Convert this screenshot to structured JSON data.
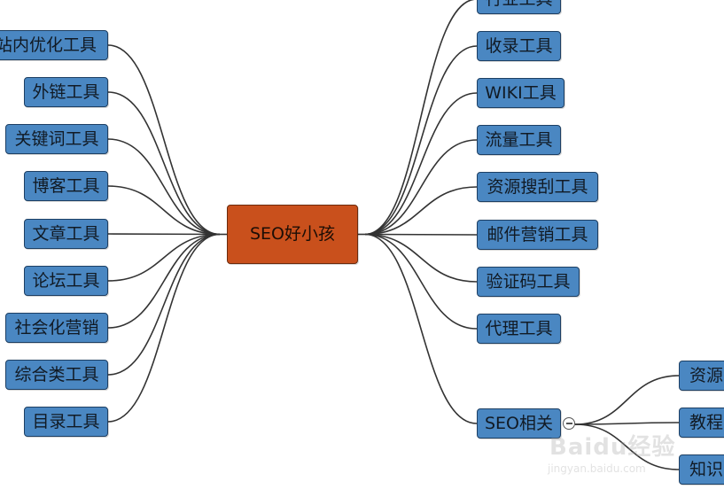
{
  "center": {
    "label": "SEO好小孩"
  },
  "left_nodes": [
    {
      "label": "站内优化工具"
    },
    {
      "label": "外链工具"
    },
    {
      "label": "关键词工具"
    },
    {
      "label": "博客工具"
    },
    {
      "label": "文章工具"
    },
    {
      "label": "论坛工具"
    },
    {
      "label": "社会化营销"
    },
    {
      "label": "综合类工具"
    },
    {
      "label": "目录工具"
    }
  ],
  "right_nodes": [
    {
      "label": "行业工具"
    },
    {
      "label": "收录工具"
    },
    {
      "label": "WIKI工具"
    },
    {
      "label": "流量工具"
    },
    {
      "label": "资源搜刮工具"
    },
    {
      "label": "邮件营销工具"
    },
    {
      "label": "验证码工具"
    },
    {
      "label": "代理工具"
    },
    {
      "label": "SEO相关"
    }
  ],
  "seo_children": [
    {
      "label": "资源"
    },
    {
      "label": "教程"
    },
    {
      "label": "知识"
    }
  ],
  "watermark": {
    "logo": "Baidu经验",
    "url": "jingyan.baidu.com"
  },
  "colors": {
    "node_fill": "#4a87c2",
    "center_fill": "#c9501c",
    "edge": "#333333"
  }
}
